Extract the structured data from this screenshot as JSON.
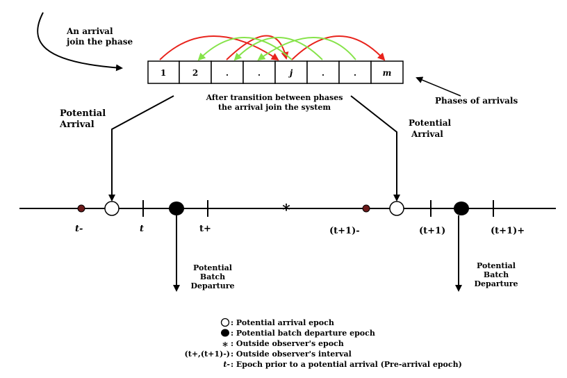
{
  "annotations": {
    "arrival_join_line1": "An arrival",
    "arrival_join_line2": "join the phase",
    "phases_of_arrivals": "Phases of arrivals",
    "transition_line1": "After transition between phases",
    "transition_line2": "the arrival join the system",
    "potential_arrival_left_line1": "Potential",
    "potential_arrival_left_line2": "Arrival",
    "potential_arrival_right_line1": "Potential",
    "potential_arrival_right_line2": "Arrival",
    "departure_left_line1": "Potential",
    "departure_left_line2": "Batch",
    "departure_left_line3": "Departure",
    "departure_right_line1": "Potential",
    "departure_right_line2": "Batch",
    "departure_right_line3": "Departure"
  },
  "phases": [
    "1",
    "2",
    ".",
    ".",
    "j",
    ".",
    ".",
    "m"
  ],
  "timeline_labels": {
    "t_minus": "t-",
    "t": "t",
    "t_plus": "t+",
    "star": "*",
    "t1_minus": "(t+1)-",
    "t1": "(t+1)",
    "t1_plus": "(t+1)+"
  },
  "legend": {
    "arrival_epoch": ": Potential arrival epoch",
    "departure_epoch": ": Potential batch departure epoch",
    "observer_symbol": "*",
    "observer_epoch": ": Outside observer's epoch",
    "interval_symbol": "(t+,(t+1)-)",
    "interval_text": ": Outside observer's interval",
    "pre_arrival_symbol": "t-",
    "pre_arrival_text": ": Epoch prior to a potential arrival (Pre-arrival epoch)"
  },
  "colors": {
    "red_arrow": "#e8231c",
    "green_arrow": "#86e34a",
    "pre_arrival_dot": "#6b1a1a"
  }
}
